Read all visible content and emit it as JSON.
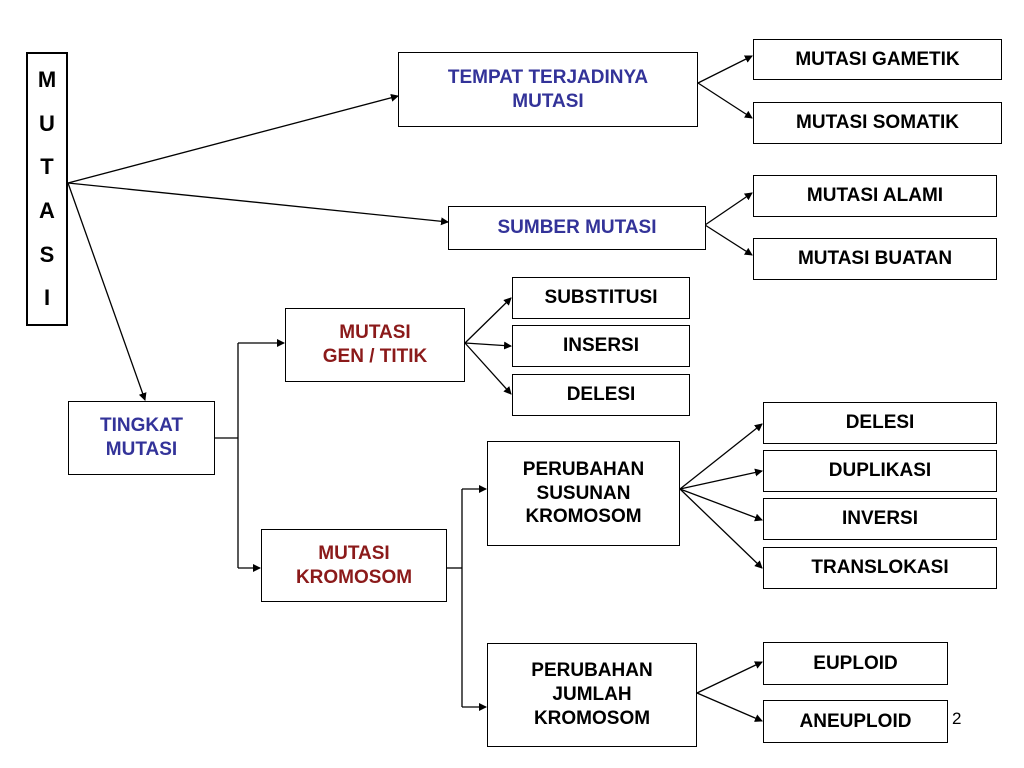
{
  "root": {
    "letters": [
      "M",
      "U",
      "T",
      "A",
      "S",
      "I"
    ]
  },
  "tempat": {
    "label": "TEMPAT TERJADINYA\nMUTASI",
    "children": [
      "MUTASI GAMETIK",
      "MUTASI SOMATIK"
    ]
  },
  "sumber": {
    "label": "SUMBER MUTASI",
    "children": [
      "MUTASI ALAMI",
      "MUTASI BUATAN"
    ]
  },
  "tingkat": {
    "label": "TINGKAT\nMUTASI"
  },
  "gen": {
    "label": "MUTASI\nGEN / TITIK",
    "children": [
      "SUBSTITUSI",
      "INSERSI",
      "DELESI"
    ]
  },
  "kromosom": {
    "label": "MUTASI\nKROMOSOM"
  },
  "susunan": {
    "label": "PERUBAHAN\nSUSUNAN\nKROMOSOM",
    "children": [
      "DELESI",
      "DUPLIKASI",
      "INVERSI",
      "TRANSLOKASI"
    ]
  },
  "jumlah": {
    "label": "PERUBAHAN\nJUMLAH\nKROMOSOM",
    "children": [
      "EUPLOID",
      "ANEUPLOID"
    ]
  },
  "page_number": "2"
}
